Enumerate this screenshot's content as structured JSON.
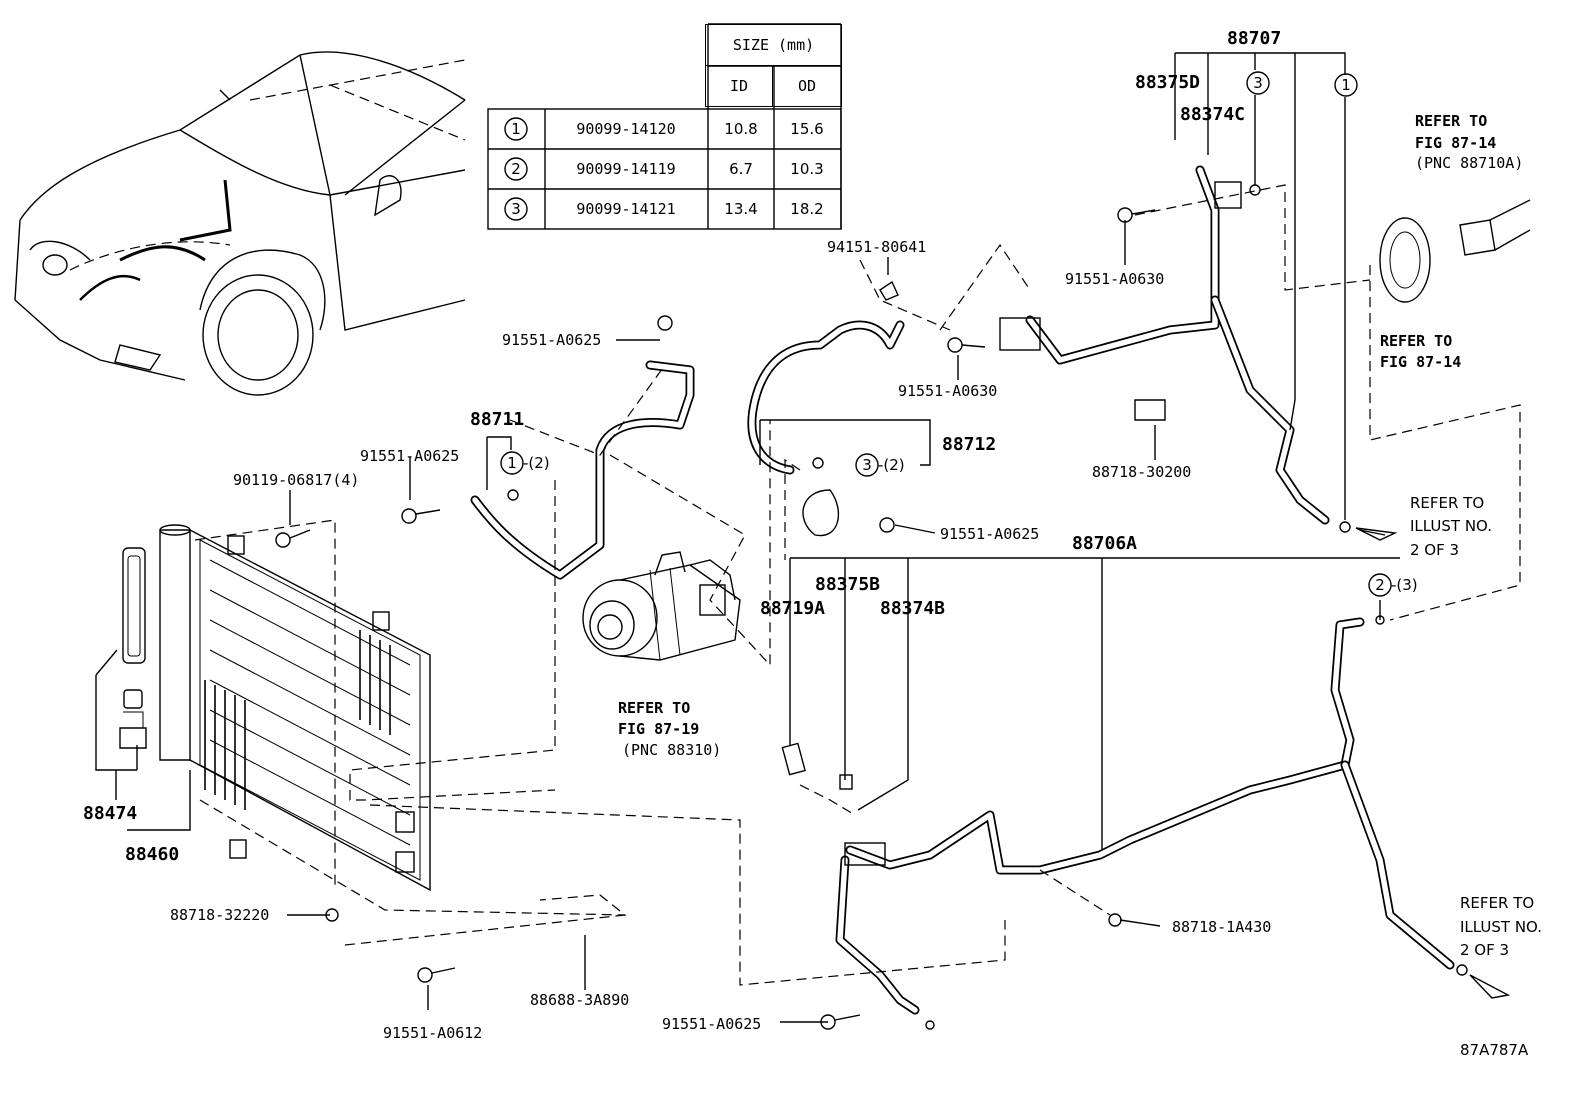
{
  "size_table": {
    "header": "SIZE (mm)",
    "col_id": "ID",
    "col_od": "OD",
    "rows": [
      {
        "num": "1",
        "part": "90099-14120",
        "id": "10.8",
        "od": "15.6"
      },
      {
        "num": "2",
        "part": "90099-14119",
        "id": "6.7",
        "od": "10.3"
      },
      {
        "num": "3",
        "part": "90099-14121",
        "id": "13.4",
        "od": "18.2"
      }
    ]
  },
  "labels": {
    "p88707": "88707",
    "p88375D": "88375D",
    "p88374C": "88374C",
    "p91551_A0630_a": "91551-A0630",
    "p94151_80641": "94151-80641",
    "p91551_A0630_b": "91551-A0630",
    "p88718_30200": "88718-30200",
    "p91551_A0625_a": "91551-A0625",
    "p88711": "88711",
    "p91551_A0625_b": "91551-A0625",
    "p88711_seal": "-(2)",
    "p90119_06817": "90119-06817(4)",
    "p88712": "88712",
    "p88712_seal": "-(2)",
    "p91551_A0625_c": "91551-A0625",
    "p88706A": "88706A",
    "p88375B": "88375B",
    "p88719A": "88719A",
    "p88374B": "88374B",
    "p88474": "88474",
    "p88460": "88460",
    "p88718_32220": "88718-32220",
    "p88688_3A890": "88688-3A890",
    "p91551_A0612": "91551-A0612",
    "p91551_A0625_d": "91551-A0625",
    "p88718_1A430": "88718-1A430",
    "seal_2_3": "-(3)",
    "figure_code": "87A787A"
  },
  "circled": {
    "c3_top": "3",
    "c1_top": "1",
    "c1_88711": "1",
    "c3_88712": "3",
    "c2_right": "2"
  },
  "refs": {
    "ref_fig_87_14_a": [
      "REFER TO",
      "FIG 87-14",
      "(PNC 88710A)"
    ],
    "ref_fig_87_14_b": [
      "REFER TO",
      "FIG 87-14"
    ],
    "ref_fig_87_19": [
      "REFER TO",
      "FIG 87-19",
      "(PNC 88310)"
    ],
    "ref_illust_a": [
      "REFER TO",
      "ILLUST NO.",
      "2 OF 3"
    ],
    "ref_illust_b": [
      "REFER TO",
      "ILLUST NO.",
      "2 OF 3"
    ]
  }
}
